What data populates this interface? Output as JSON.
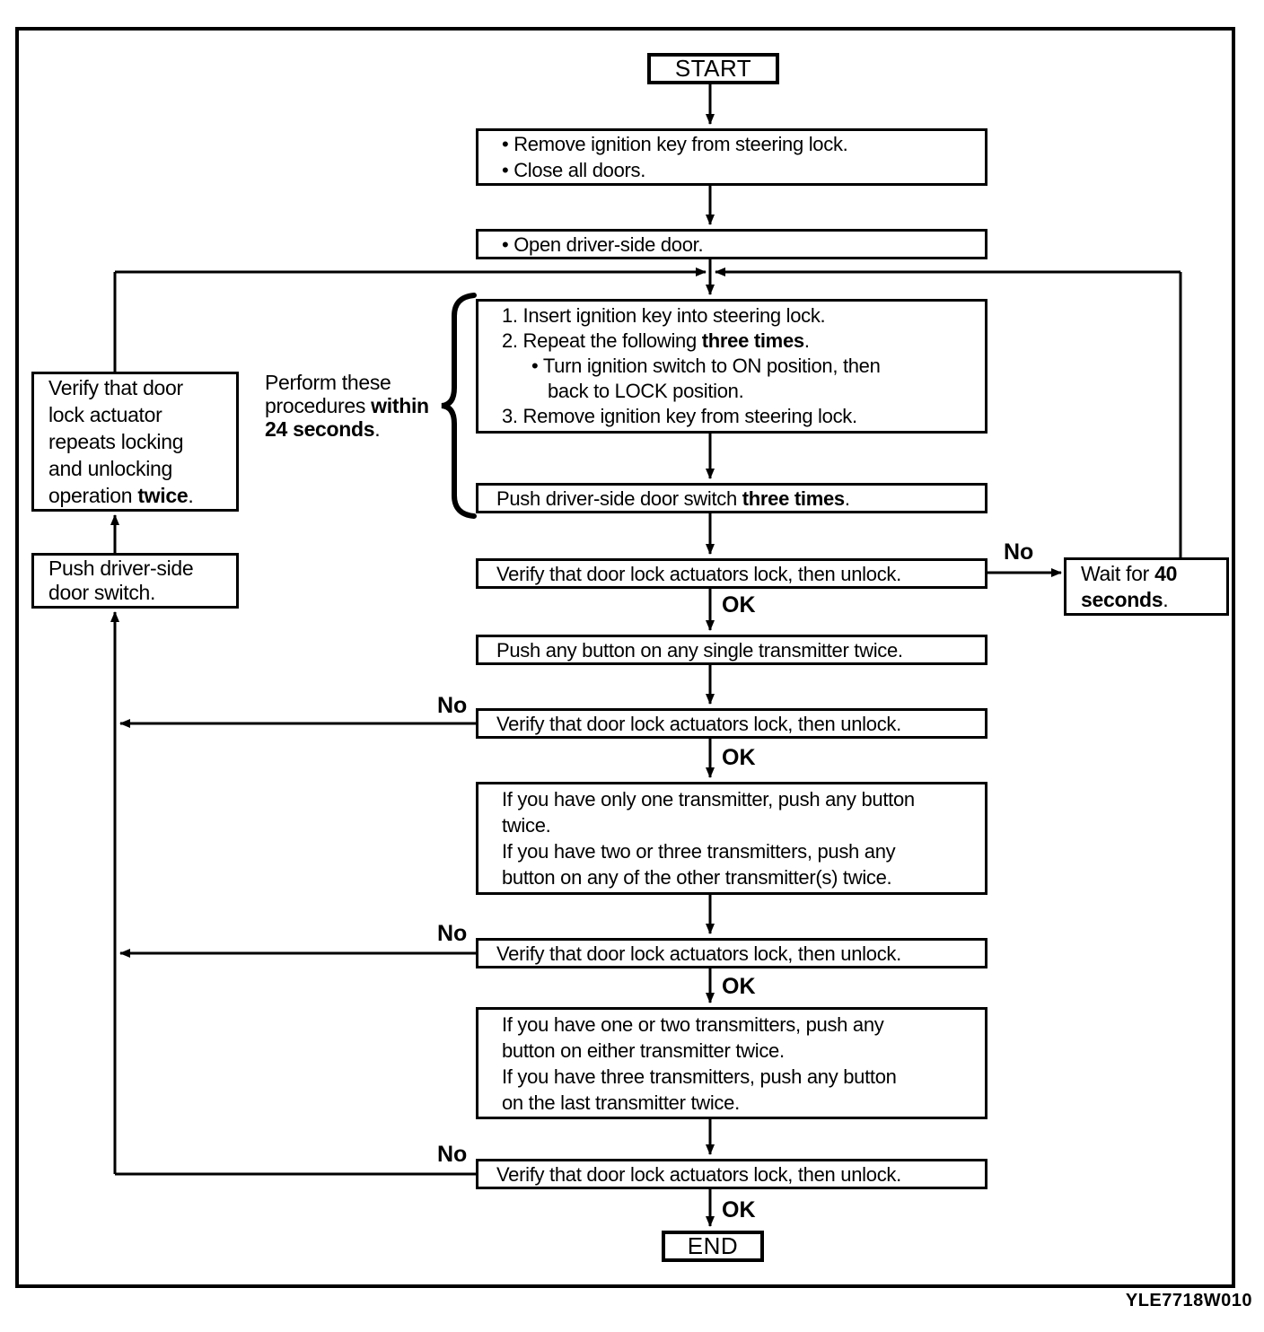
{
  "diagram": {
    "code": "YLE7718W010",
    "labels": {
      "ok": "OK",
      "no": "No"
    },
    "nodes": {
      "start": "START",
      "end": "END",
      "verify": "Verify that door lock actuators lock, then unlock.",
      "push_any": "Push any button on any single transmitter twice.",
      "prep": {
        "lines": [
          {
            "seg": [
              {
                "t": "• Remove ignition key from steering lock."
              }
            ]
          },
          {
            "seg": [
              {
                "t": "• Close all doors."
              }
            ]
          }
        ]
      },
      "open_door": {
        "lines": [
          {
            "seg": [
              {
                "t": "• Open driver-side door."
              }
            ]
          }
        ]
      },
      "procedure": {
        "lines": [
          {
            "seg": [
              {
                "t": "1. Insert ignition key into steering lock."
              }
            ]
          },
          {
            "seg": [
              {
                "t": "2. Repeat the following "
              },
              {
                "t": "three times",
                "b": true
              },
              {
                "t": "."
              }
            ]
          },
          {
            "seg": [
              {
                "t": "• Turn ignition switch to ON position, then"
              }
            ],
            "indent": 1
          },
          {
            "seg": [
              {
                "t": "back to LOCK position."
              }
            ],
            "indent": 2
          },
          {
            "seg": [
              {
                "t": "3. Remove ignition key from steering lock."
              }
            ]
          }
        ]
      },
      "push_three": {
        "lines": [
          {
            "seg": [
              {
                "t": "Push driver-side door switch "
              },
              {
                "t": "three times",
                "b": true
              },
              {
                "t": "."
              }
            ]
          }
        ]
      },
      "one_transmitter": {
        "lines": [
          {
            "seg": [
              {
                "t": "If you have only one transmitter, push any button"
              }
            ]
          },
          {
            "seg": [
              {
                "t": "twice."
              }
            ]
          },
          {
            "seg": [
              {
                "t": "If you have two or three transmitters, push any"
              }
            ]
          },
          {
            "seg": [
              {
                "t": "button on any of the other transmitter(s) twice."
              }
            ]
          }
        ]
      },
      "two_transmitters": {
        "lines": [
          {
            "seg": [
              {
                "t": "If you have one or two transmitters, push any"
              }
            ]
          },
          {
            "seg": [
              {
                "t": "button on either transmitter twice."
              }
            ]
          },
          {
            "seg": [
              {
                "t": "If you have three transmitters, push any button"
              }
            ]
          },
          {
            "seg": [
              {
                "t": "on the last transmitter twice."
              }
            ]
          }
        ]
      },
      "verify_actuator": {
        "lines": [
          {
            "seg": [
              {
                "t": "Verify that door"
              }
            ]
          },
          {
            "seg": [
              {
                "t": "lock actuator"
              }
            ]
          },
          {
            "seg": [
              {
                "t": "repeats locking"
              }
            ]
          },
          {
            "seg": [
              {
                "t": "and unlocking"
              }
            ]
          },
          {
            "seg": [
              {
                "t": "operation "
              },
              {
                "t": "twice",
                "b": true
              },
              {
                "t": "."
              }
            ]
          }
        ]
      },
      "push_switch": {
        "lines": [
          {
            "seg": [
              {
                "t": "Push driver-side"
              }
            ]
          },
          {
            "seg": [
              {
                "t": "door switch."
              }
            ]
          }
        ]
      },
      "wait": {
        "lines": [
          {
            "seg": [
              {
                "t": "Wait for "
              },
              {
                "t": "40",
                "b": true
              }
            ]
          },
          {
            "seg": [
              {
                "t": "seconds",
                "b": true
              },
              {
                "t": "."
              }
            ]
          }
        ]
      }
    },
    "notes": {
      "perform": {
        "lines": [
          {
            "seg": [
              {
                "t": "Perform these"
              }
            ]
          },
          {
            "seg": [
              {
                "t": "procedures "
              },
              {
                "t": "within",
                "b": true
              }
            ]
          },
          {
            "seg": [
              {
                "t": "24 seconds",
                "b": true
              },
              {
                "t": "."
              }
            ]
          }
        ]
      }
    }
  }
}
